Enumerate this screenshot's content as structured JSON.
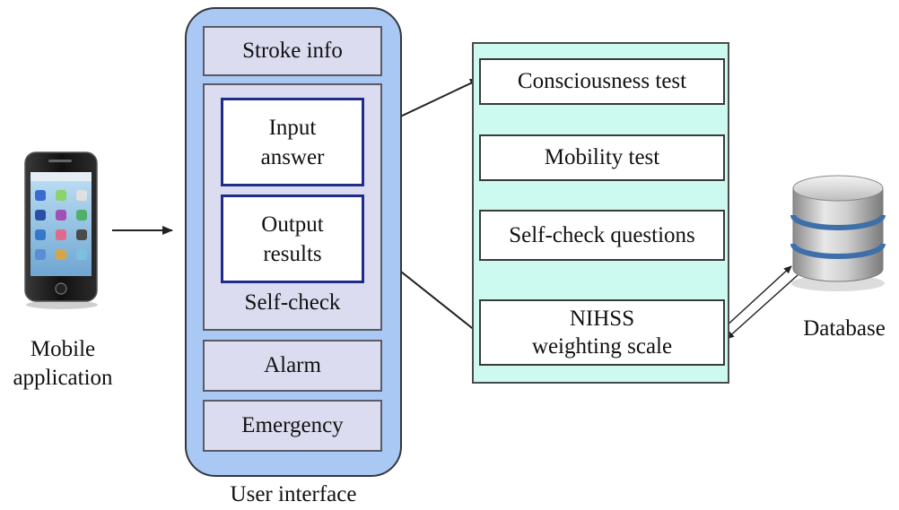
{
  "mobile": {
    "label_line1": "Mobile",
    "label_line2": "application"
  },
  "ui": {
    "caption": "User interface",
    "stroke_info": "Stroke info",
    "input_line1": "Input",
    "input_line2": "answer",
    "output_line1": "Output",
    "output_line2": "results",
    "self_check": "Self-check",
    "alarm": "Alarm",
    "emergency": "Emergency"
  },
  "process": {
    "steps": [
      "Consciousness test",
      "Mobility test",
      "Self-check questions"
    ],
    "nihss_line1": "NIHSS",
    "nihss_line2": "weighting scale"
  },
  "database": {
    "label": "Database"
  },
  "colors": {
    "ui_panel": "#a9c9f4",
    "ui_box": "#dcdcf0",
    "process_panel": "#ccfaf0",
    "inner_border": "#1f2c8c"
  }
}
